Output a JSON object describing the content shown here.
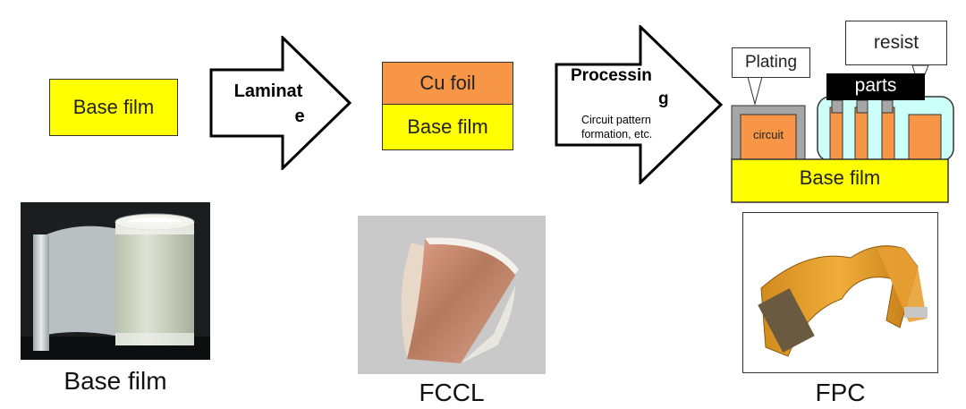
{
  "colors": {
    "base_film": "#ffff00",
    "cu_foil": "#f79646",
    "resist": "#ccfff7",
    "parts": "#000000",
    "plating": "#a6a6a6"
  },
  "stage1": {
    "label": "Base film"
  },
  "arrow1": {
    "line1": "Laminat",
    "line2": "e"
  },
  "stage2": {
    "top_label": "Cu foil",
    "bottom_label": "Base film"
  },
  "arrow2": {
    "line1": "Processin",
    "line2": "g",
    "sub1": "Circuit pattern",
    "sub2": "formation, etc."
  },
  "stage3": {
    "plating_label": "Plating",
    "resist_label": "resist",
    "parts_label": "parts",
    "circuit_label": "circuit",
    "base_label": "Base film"
  },
  "captions": {
    "left": "Base film",
    "middle": "FCCL",
    "right": "FPC"
  }
}
